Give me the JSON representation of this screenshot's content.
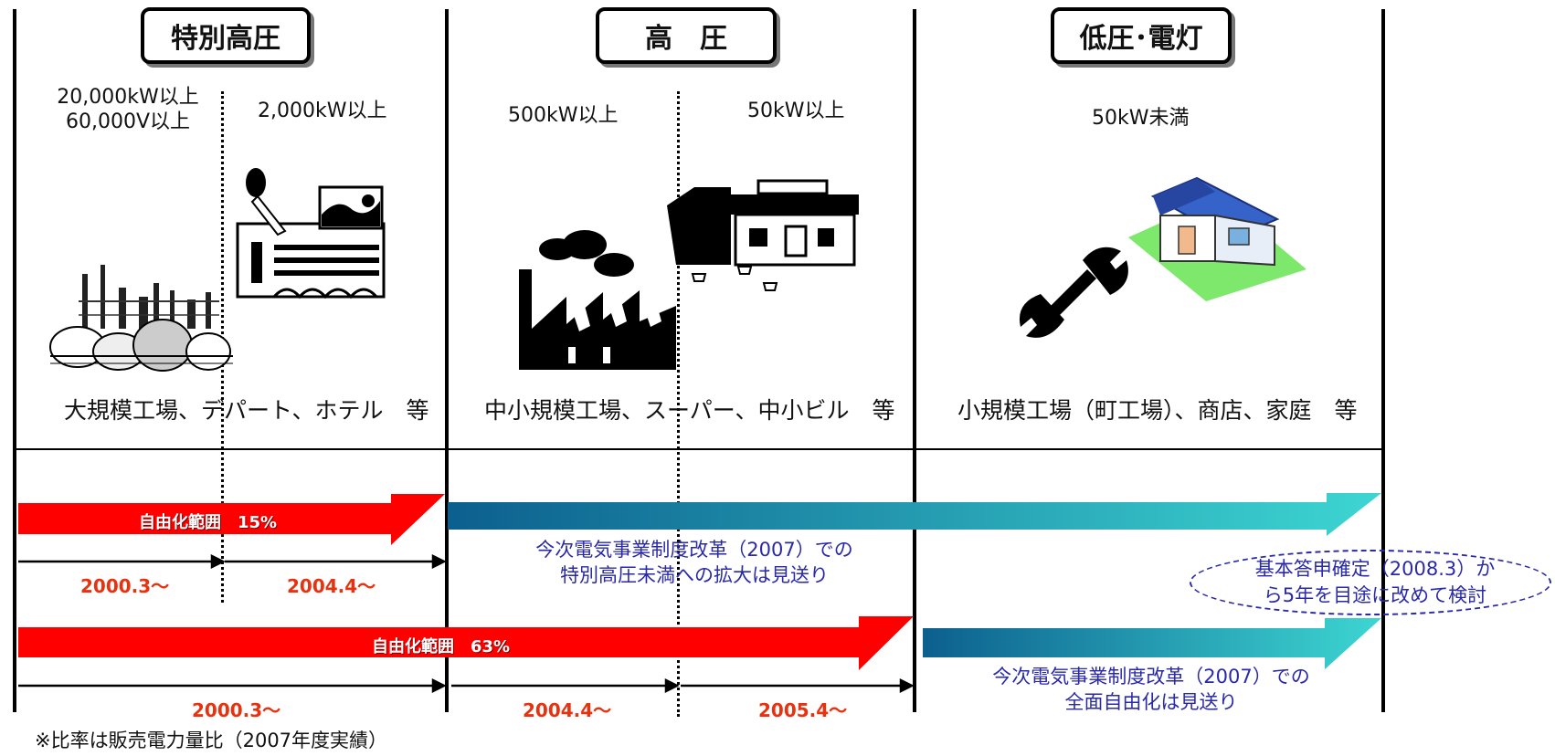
{
  "categories": {
    "extra_high": "特別高圧",
    "high": "高　圧",
    "low": "低圧･電灯"
  },
  "thresholds": {
    "t1": "20,000kW以上\n60,000V以上",
    "t1_line1": "20,000kW以上",
    "t1_line2": "60,000V以上",
    "t2": "2,000kW以上",
    "t3": "500kW以上",
    "t4": "50kW以上",
    "t5": "50kW未満"
  },
  "descriptions": {
    "extra_high": "大規模工場、デパート、ホテル　等",
    "high": "中小規模工場、スーパー、中小ビル　等",
    "low": "小規模工場（町工場）、商店、家庭　等"
  },
  "liberalization": {
    "range1_label": "自由化範囲　15%",
    "range2_label": "自由化範囲　63%",
    "date_2000_top": "2000.3～",
    "date_2004_top": "2004.4～",
    "date_2000_bottom": "2000.3～",
    "date_2004_bottom": "2004.4～",
    "date_2005_bottom": "2005.4～"
  },
  "notes": {
    "note1_line1": "今次電気事業制度改革（2007）での",
    "note1_line2": "特別高圧未満への拡大は見送り",
    "note2_line1": "今次電気事業制度改革（2007）での",
    "note2_line2": "全面自由化は見送り",
    "ellipse_line1": "基本答申確定（2008.3）か",
    "ellipse_line2": "ら5年を目途に改めて検討"
  },
  "footnote": "※比率は販売電力量比（2007年度実績）",
  "colors": {
    "red_arrow": "#ff0000",
    "teal_start": "#0c5f8e",
    "teal_end": "#3dd6d2",
    "date_color": "#e8320f",
    "note_color": "#2a2aa8"
  },
  "icons": [
    "refinery-icon",
    "department-store-icon",
    "factory-icon",
    "supermarket-icon",
    "wrench-icon",
    "house-icon"
  ]
}
